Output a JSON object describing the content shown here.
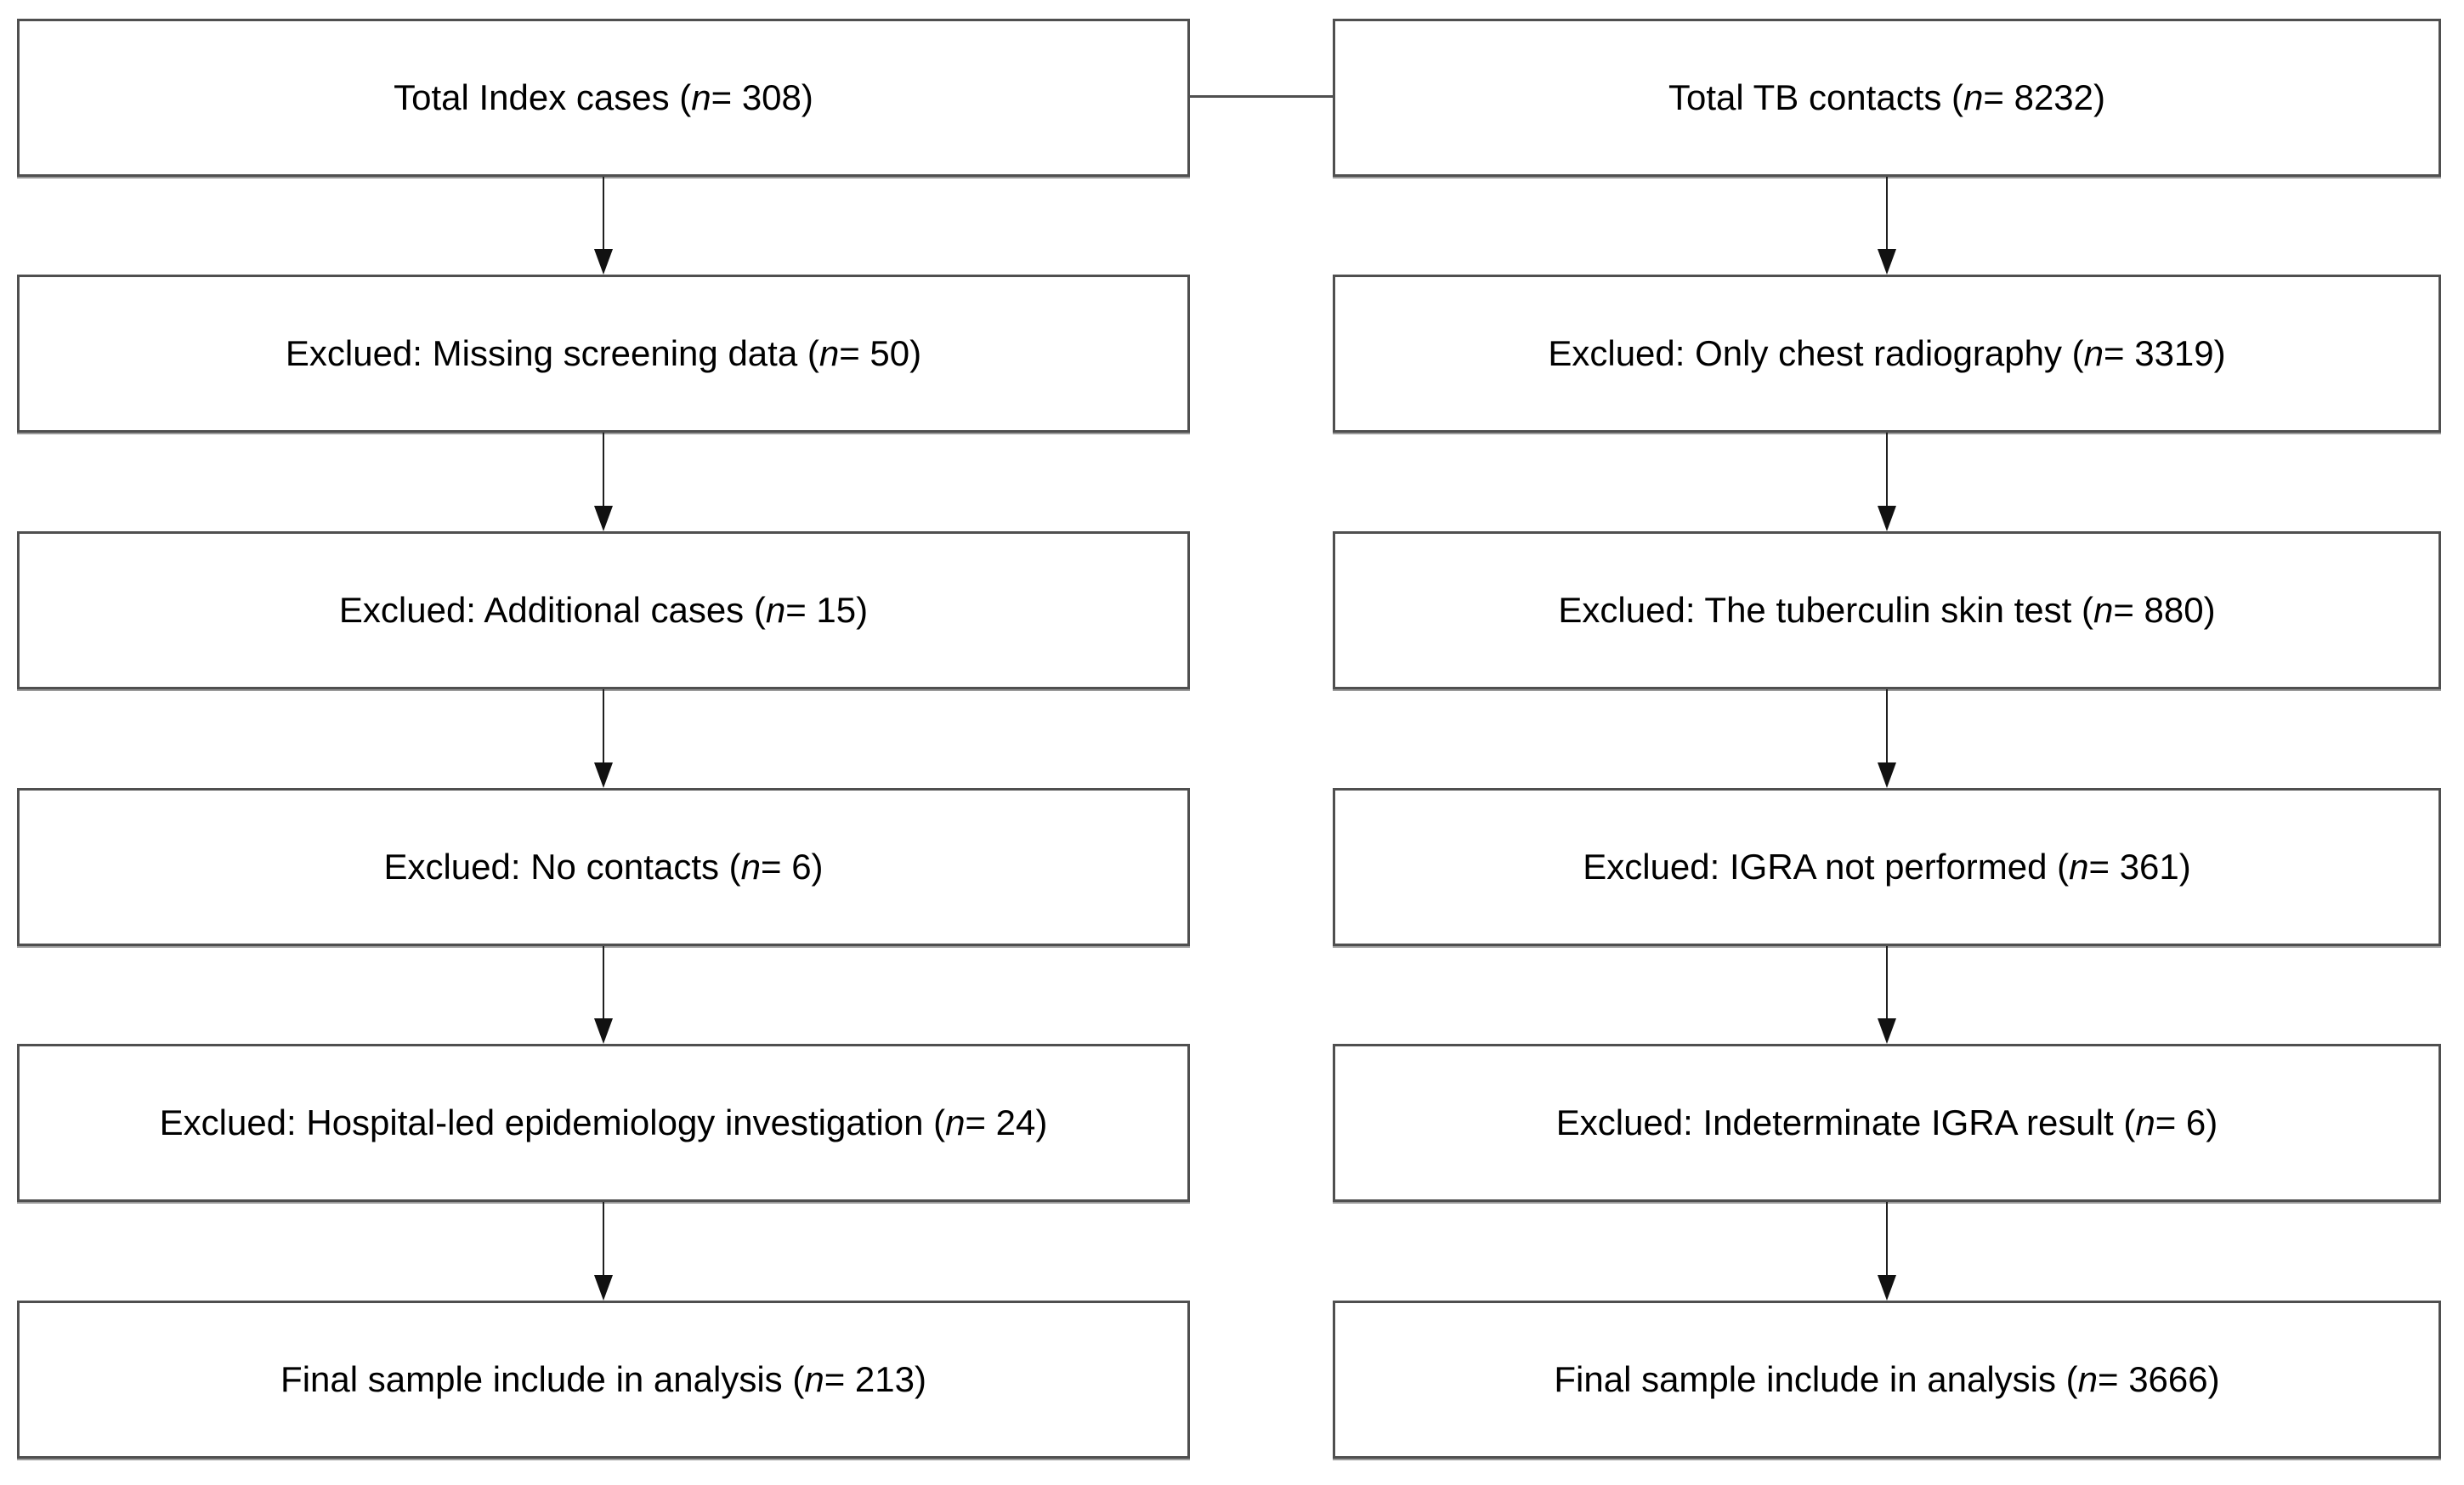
{
  "diagram": {
    "type": "flowchart",
    "description": "Study participant flow diagram with two parallel exclusion cascades",
    "colors": {
      "background": "#ffffff",
      "box_fill": "#ffffff",
      "box_border": "#4f4f4f",
      "arrow": "#1a1a1a",
      "text": "#000000"
    },
    "columns": [
      {
        "id": "index-cases",
        "boxes": [
          {
            "name": "total-index-cases",
            "text_before": "Total Index cases (",
            "n_italic": "n",
            "text_after": " = 308)",
            "n_value": 308
          },
          {
            "name": "excluded-missing-screening-data",
            "text_before": "Exclued: Missing screening data (",
            "n_italic": "n",
            "text_after": " = 50)",
            "n_value": 50
          },
          {
            "name": "excluded-additional-cases",
            "text_before": "Exclued: Additional cases (",
            "n_italic": "n",
            "text_after": " = 15)",
            "n_value": 15
          },
          {
            "name": "excluded-no-contacts",
            "text_before": "Exclued: No contacts (",
            "n_italic": "n",
            "text_after": " = 6)",
            "n_value": 6
          },
          {
            "name": "excluded-hospital-led-epi",
            "text_before": "Exclued: Hospital-led epidemiology investigation (",
            "n_italic": "n",
            "text_after": " = 24)",
            "n_value": 24
          },
          {
            "name": "final-sample-index",
            "text_before": "Final sample include in analysis (",
            "n_italic": "n",
            "text_after": " = 213)",
            "n_value": 213
          }
        ]
      },
      {
        "id": "tb-contacts",
        "boxes": [
          {
            "name": "total-tb-contacts",
            "text_before": "Total TB contacts (",
            "n_italic": "n",
            "text_after": " = 8232)",
            "n_value": 8232
          },
          {
            "name": "excluded-only-chest-radiography",
            "text_before": "Exclued: Only chest radiography (",
            "n_italic": "n",
            "text_after": " = 3319)",
            "n_value": 3319
          },
          {
            "name": "excluded-tuberculin-skin-test",
            "text_before": "Exclued: The tuberculin skin test (",
            "n_italic": "n",
            "text_after": " = 880)",
            "n_value": 880
          },
          {
            "name": "excluded-igra-not-performed",
            "text_before": "Exclued: IGRA not performed (",
            "n_italic": "n",
            "text_after": " = 361)",
            "n_value": 361
          },
          {
            "name": "excluded-indeterminate-igra",
            "text_before": "Exclued: Indeterminate IGRA result (",
            "n_italic": "n",
            "text_after": " = 6)",
            "n_value": 6
          },
          {
            "name": "final-sample-contacts",
            "text_before": "Final sample include in analysis (",
            "n_italic": "n",
            "text_after": " = 3666)",
            "n_value": 3666
          }
        ]
      }
    ]
  }
}
